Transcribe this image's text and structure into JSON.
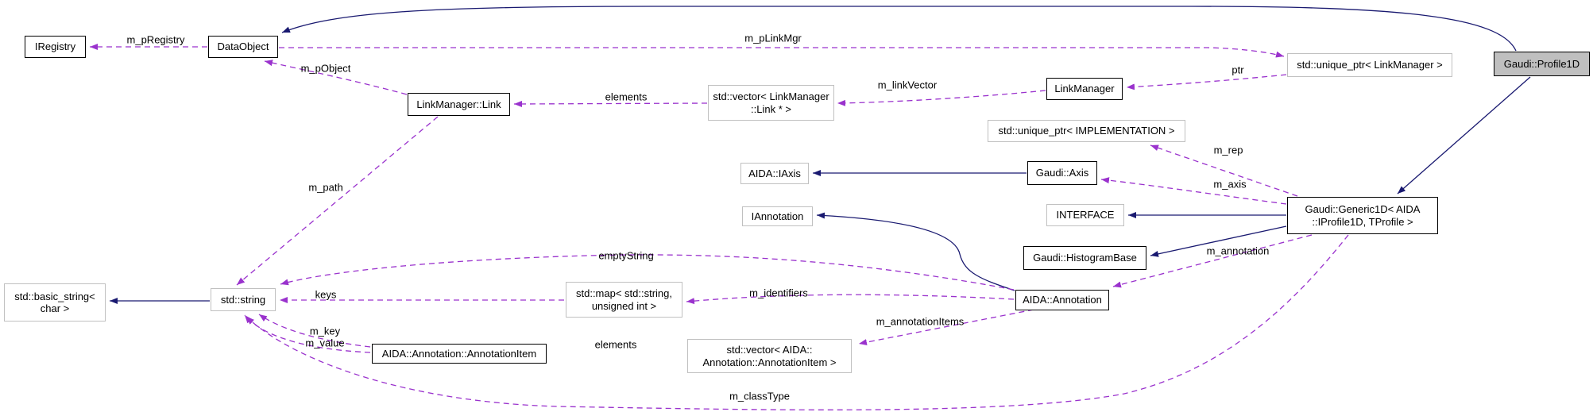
{
  "diagram": {
    "nodes": [
      {
        "id": "iregistry",
        "lines": [
          "IRegistry"
        ]
      },
      {
        "id": "dataobject",
        "lines": [
          "DataObject"
        ]
      },
      {
        "id": "linkmanager-link",
        "lines": [
          "LinkManager::Link"
        ]
      },
      {
        "id": "vector-linkmanager-link",
        "lines": [
          "std::vector< LinkManager",
          "::Link * >"
        ]
      },
      {
        "id": "linkmanager",
        "lines": [
          "LinkManager"
        ]
      },
      {
        "id": "unique-ptr-linkmanager",
        "lines": [
          "std::unique_ptr< LinkManager >"
        ]
      },
      {
        "id": "gaudi-profile1d",
        "lines": [
          "Gaudi::Profile1D"
        ]
      },
      {
        "id": "unique-ptr-implementation",
        "lines": [
          "std::unique_ptr< IMPLEMENTATION >"
        ]
      },
      {
        "id": "aida-iaxis",
        "lines": [
          "AIDA::IAxis"
        ]
      },
      {
        "id": "gaudi-axis",
        "lines": [
          "Gaudi::Axis"
        ]
      },
      {
        "id": "iannotation",
        "lines": [
          "IAnnotation"
        ]
      },
      {
        "id": "interface",
        "lines": [
          "INTERFACE"
        ]
      },
      {
        "id": "gaudi-histogrambase",
        "lines": [
          "Gaudi::HistogramBase"
        ]
      },
      {
        "id": "gaudi-generic1d",
        "lines": [
          "Gaudi::Generic1D< AIDA",
          "::IProfile1D, TProfile >"
        ]
      },
      {
        "id": "aida-annotation",
        "lines": [
          "AIDA::Annotation"
        ]
      },
      {
        "id": "std-basic-string",
        "lines": [
          "std::basic_string<",
          "char >"
        ]
      },
      {
        "id": "std-string",
        "lines": [
          "std::string"
        ]
      },
      {
        "id": "std-map",
        "lines": [
          "std::map< std::string,",
          "unsigned int >"
        ]
      },
      {
        "id": "aida-annotation-annotationitem",
        "lines": [
          "AIDA::Annotation::AnnotationItem"
        ]
      },
      {
        "id": "vector-annotationitem",
        "lines": [
          "std::vector< AIDA::",
          "Annotation::AnnotationItem >"
        ]
      }
    ],
    "edge_labels": [
      "m_pRegistry",
      "m_pLinkMgr",
      "m_pObject",
      "elements",
      "m_linkVector",
      "ptr",
      "m_rep",
      "m_axis",
      "m_annotation",
      "m_path",
      "emptyString",
      "keys",
      "m_identifiers",
      "m_key",
      "m_value",
      "elements",
      "m_annotationItems",
      "m_classType"
    ],
    "edges": [
      {
        "from": "Gaudi::Profile1D",
        "to": "DataObject",
        "type": "inheritance",
        "label": ""
      },
      {
        "from": "Gaudi::Profile1D",
        "to": "Gaudi::Generic1D< AIDA::IProfile1D, TProfile >",
        "type": "inheritance",
        "label": ""
      },
      {
        "from": "Gaudi::Axis",
        "to": "AIDA::IAxis",
        "type": "inheritance",
        "label": ""
      },
      {
        "from": "Gaudi::Generic1D< AIDA::IProfile1D, TProfile >",
        "to": "INTERFACE",
        "type": "inheritance",
        "label": ""
      },
      {
        "from": "Gaudi::Generic1D< AIDA::IProfile1D, TProfile >",
        "to": "Gaudi::HistogramBase",
        "type": "inheritance",
        "label": ""
      },
      {
        "from": "AIDA::Annotation",
        "to": "IAnnotation",
        "type": "inheritance",
        "label": ""
      },
      {
        "from": "std::string",
        "to": "std::basic_string< char >",
        "type": "inheritance",
        "label": ""
      },
      {
        "from": "DataObject",
        "to": "IRegistry",
        "type": "usage",
        "label": "m_pRegistry"
      },
      {
        "from": "DataObject",
        "to": "std::unique_ptr< LinkManager >",
        "type": "usage",
        "label": "m_pLinkMgr"
      },
      {
        "from": "LinkManager::Link",
        "to": "DataObject",
        "type": "usage",
        "label": "m_pObject"
      },
      {
        "from": "std::unique_ptr< LinkManager >",
        "to": "LinkManager",
        "type": "usage",
        "label": "ptr"
      },
      {
        "from": "LinkManager",
        "to": "std::vector< LinkManager::Link * >",
        "type": "usage",
        "label": "m_linkVector"
      },
      {
        "from": "std::vector< LinkManager::Link * >",
        "to": "LinkManager::Link",
        "type": "usage",
        "label": "elements"
      },
      {
        "from": "LinkManager::Link",
        "to": "std::string",
        "type": "usage",
        "label": "m_path"
      },
      {
        "from": "Gaudi::Generic1D< AIDA::IProfile1D, TProfile >",
        "to": "std::unique_ptr< IMPLEMENTATION >",
        "type": "usage",
        "label": "m_rep"
      },
      {
        "from": "Gaudi::Generic1D< AIDA::IProfile1D, TProfile >",
        "to": "Gaudi::Axis",
        "type": "usage",
        "label": "m_axis"
      },
      {
        "from": "Gaudi::Generic1D< AIDA::IProfile1D, TProfile >",
        "to": "AIDA::Annotation",
        "type": "usage",
        "label": "m_annotation"
      },
      {
        "from": "Gaudi::Generic1D< AIDA::IProfile1D, TProfile >",
        "to": "std::string",
        "type": "usage",
        "label": "m_classType"
      },
      {
        "from": "AIDA::Annotation",
        "to": "std::string",
        "type": "usage",
        "label": "emptyString"
      },
      {
        "from": "AIDA::Annotation",
        "to": "std::map< std::string, unsigned int >",
        "type": "usage",
        "label": "m_identifiers"
      },
      {
        "from": "std::map< std::string, unsigned int >",
        "to": "std::string",
        "type": "usage",
        "label": "keys"
      },
      {
        "from": "AIDA::Annotation::AnnotationItem",
        "to": "std::string",
        "type": "usage",
        "label": "m_key"
      },
      {
        "from": "AIDA::Annotation::AnnotationItem",
        "to": "std::string",
        "type": "usage",
        "label": "m_value"
      },
      {
        "from": "AIDA::Annotation",
        "to": "std::vector< AIDA::Annotation::AnnotationItem >",
        "type": "usage",
        "label": "m_annotationItems"
      }
    ],
    "colors": {
      "inheritance_arrow": "#191970",
      "usage_arrow": "#9a32cd",
      "documented_border": "#000000",
      "external_border": "#c0c0c0",
      "current_node_fill": "#bfbfbf",
      "background": "#ffffff"
    }
  }
}
